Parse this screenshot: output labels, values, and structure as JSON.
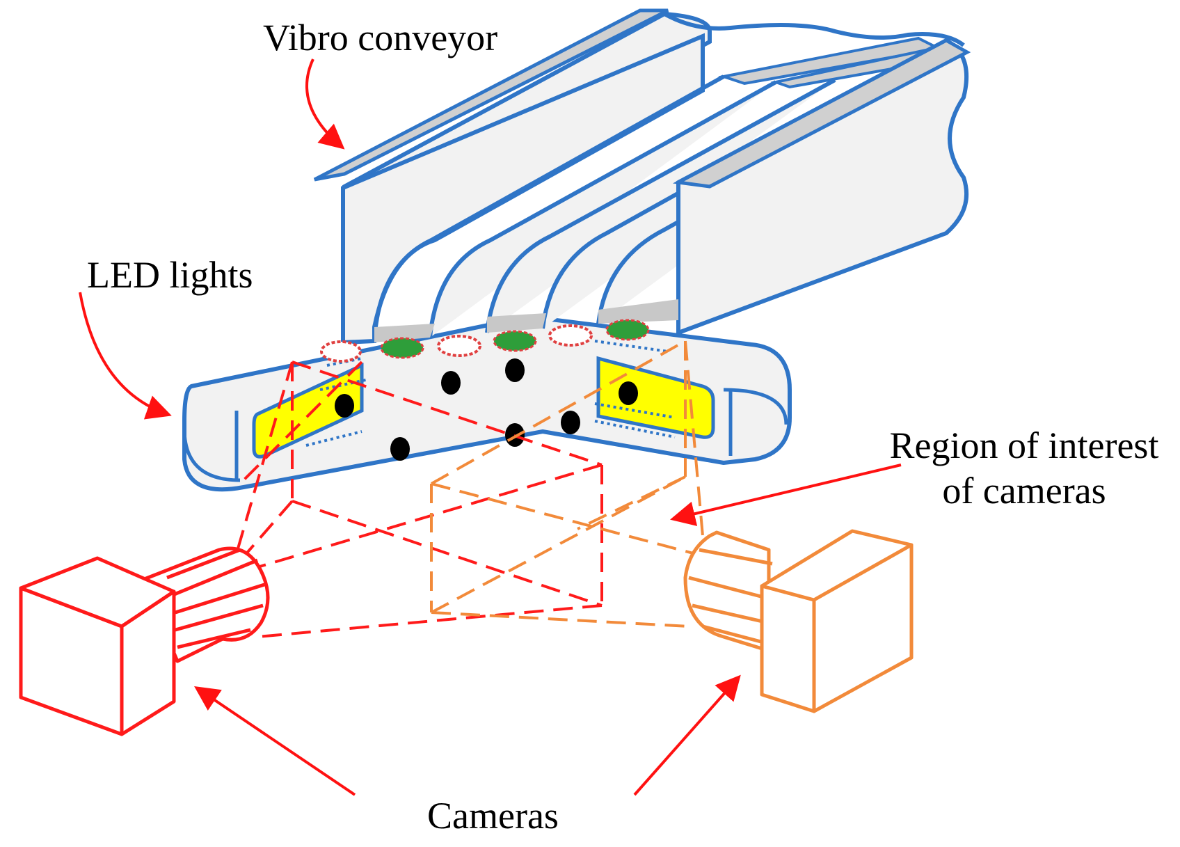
{
  "labels": {
    "conveyor": "Vibro conveyor",
    "led": "LED lights",
    "roi_line1": "Region of interest",
    "roi_line2": "of cameras",
    "cameras": "Cameras"
  },
  "colors": {
    "conveyor_stroke": "#2f75c7",
    "conveyor_fill": "#f2f2f2",
    "conveyor_top": "#d0d0d0",
    "led_fill": "#ffff00",
    "camera_red": "#ff1a1a",
    "camera_orange": "#f28a3a",
    "arrow": "#ff1111",
    "particles": "#000000",
    "green_particles": "#2e9e3a"
  },
  "icons": [
    "conveyor",
    "led-light-bar",
    "camera-left",
    "camera-right",
    "field-of-view"
  ]
}
